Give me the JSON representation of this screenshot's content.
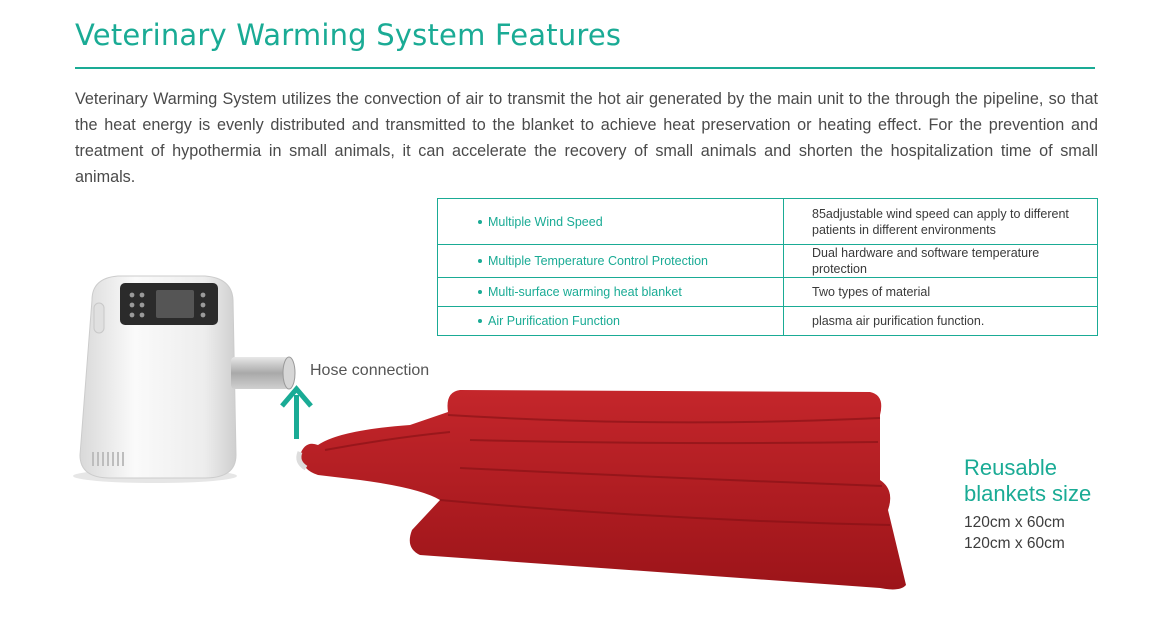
{
  "page": {
    "title": "Veterinary Warming System Features",
    "intro": "Veterinary Warming System utilizes the convection of air to transmit the hot air generated by the main unit to the through the pipeline, so that the heat energy is evenly distributed and transmitted to the blanket to achieve heat preservation or heating effect. For the prevention and treatment of hypothermia in small animals, it can accelerate the recovery of small animals and shorten the hospitalization time of small animals."
  },
  "features": [
    {
      "name": "Multiple Wind Speed",
      "desc": "85adjustable wind speed can apply to different patients in different environments"
    },
    {
      "name": "Multiple Temperature Control Protection",
      "desc": "Dual hardware and software temperature protection"
    },
    {
      "name": "Multi-surface warming heat blanket",
      "desc": "Two types of material"
    },
    {
      "name": "Air Purification Function",
      "desc": "plasma air purification function."
    }
  ],
  "illustration": {
    "hose_label": "Hose connection",
    "blanket_title": "Reusable blankets size",
    "sizes": [
      "120cm x 60cm",
      "120cm x 60cm"
    ]
  },
  "colors": {
    "accent": "#1aab95",
    "blanket": "#b3191f",
    "unit": "#f2f2f2"
  }
}
